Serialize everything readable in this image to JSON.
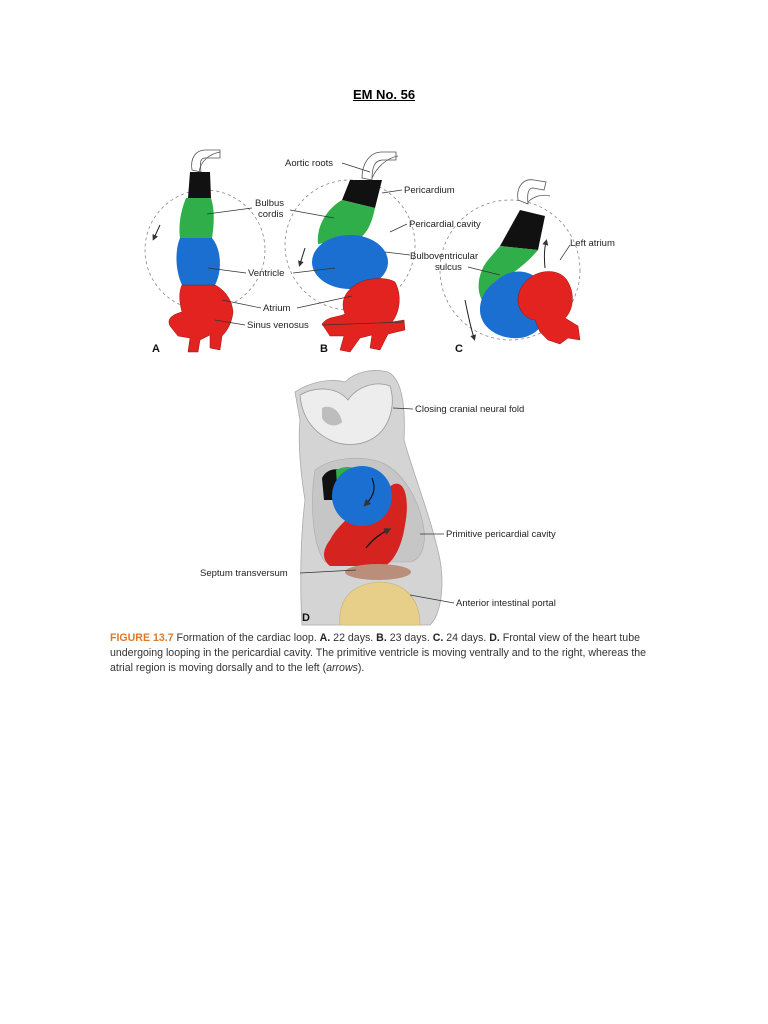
{
  "page_title": "EM No. 56",
  "figure": {
    "labels": {
      "aortic_roots": "Aortic roots",
      "pericardium": "Pericardium",
      "bulbus_cordis_1": "Bulbus",
      "bulbus_cordis_2": "cordis",
      "pericardial_cavity": "Pericardial cavity",
      "bulboventricular_1": "Bulboventricular",
      "bulboventricular_2": "sulcus",
      "left_atrium": "Left atrium",
      "ventricle": "Ventricle",
      "atrium": "Atrium",
      "sinus_venosus": "Sinus venosus",
      "closing_cranial_neural_fold": "Closing cranial neural fold",
      "primitive_pericardial_cavity": "Primitive pericardial cavity",
      "septum_transversum": "Septum transversum",
      "anterior_intestinal_portal": "Anterior intestinal portal"
    },
    "panels": {
      "a": "A",
      "b": "B",
      "c": "C",
      "d": "D"
    },
    "colors": {
      "outflow": "#111111",
      "bulbus": "#2fae4a",
      "ventricle": "#1a6fd0",
      "atrium": "#e2231f",
      "tissue": "#cfcfcf"
    }
  },
  "caption": {
    "figure_number": "FIGURE 13.7",
    "text_1": " Formation of the cardiac loop. ",
    "a_label": "A.",
    "a_text": " 22 days. ",
    "b_label": "B.",
    "b_text": " 23 days. ",
    "c_label": "C.",
    "c_text": " 24 days. ",
    "d_label": "D.",
    "d_text": " Frontal view of the heart tube undergoing looping in the pericardial cavity. The primitive ventricle is moving ventrally and to the right, whereas the atrial region is moving dorsally and to the left (",
    "arrows": "arrows",
    "end": ")."
  }
}
